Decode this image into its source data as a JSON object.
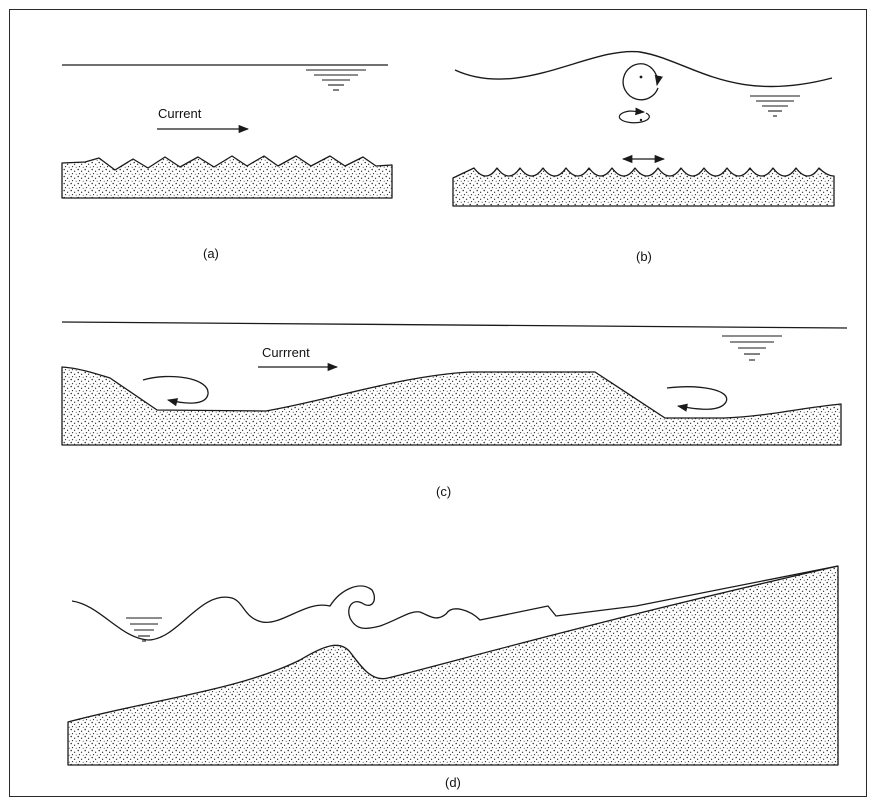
{
  "panels": {
    "a": {
      "label": "(a)",
      "current_text": "Current"
    },
    "b": {
      "label": "(b)"
    },
    "c": {
      "label": "(c)",
      "current_text": "Currrent"
    },
    "d": {
      "label": "(d)"
    }
  },
  "colors": {
    "ink": "#1a1a1a",
    "sand_dot": "#2b2b2b",
    "background": "#ffffff"
  }
}
